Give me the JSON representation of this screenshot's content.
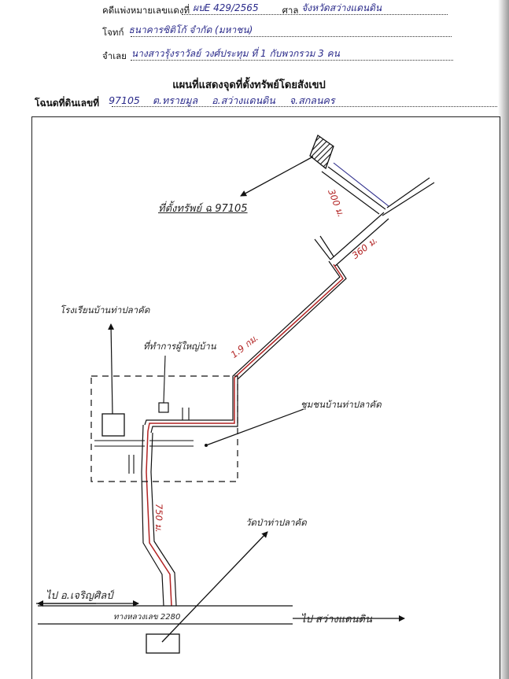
{
  "header": {
    "case": {
      "label": "คดีแพ่งหมายเลขแดงที่",
      "value": "ผบE 429/2565",
      "court_label": "ศาล",
      "court_value": "จังหวัดสว่างแดนดิน"
    },
    "plaintiff": {
      "label": "โจทก์",
      "value": "ธนาคารซิติโก้ จำกัด (มหาชน)"
    },
    "defendant": {
      "label": "จำเลย",
      "value": "นางสาวรุ้งราวัลย์ วงศ์ประทุม ที่ 1 กับพวกรวม 3 คน"
    }
  },
  "map_title": "แผนที่แสดงจุดที่ตั้งทรัพย์โดยสังเขป",
  "deed": {
    "label": "โฉนดที่ดินเลขที่",
    "number": "97105",
    "subdistrict": "ต.ทรายมูล",
    "district": "อ.สว่างแดนดิน",
    "province": "จ.สกลนคร"
  },
  "map": {
    "property_label": "ที่ตั้งทรัพย์ ฉ 97105",
    "school_label": "โรงเรียนบ้านท่าปลาคัด",
    "headman_label": "ที่ทำการผู้ใหญ่บ้าน",
    "community_label": "ชุมชนบ้านท่าปลาคัด",
    "temple_label": "วัดป่าท่าปลาคัด",
    "dist_300": "300 ม.",
    "dist_360": "360 ม.",
    "dist_1_9km": "1.9 กม.",
    "dist_750": "750 ม.",
    "highway_label": "ทางหลวงเลข 2280",
    "to_left": "ไป อ.เจริญศิลป์",
    "to_right": "ไป สว่างแดนดิน"
  },
  "colors": {
    "ink": "#111111",
    "pen_blue": "#2a2a8a",
    "route_red": "#b22222"
  }
}
